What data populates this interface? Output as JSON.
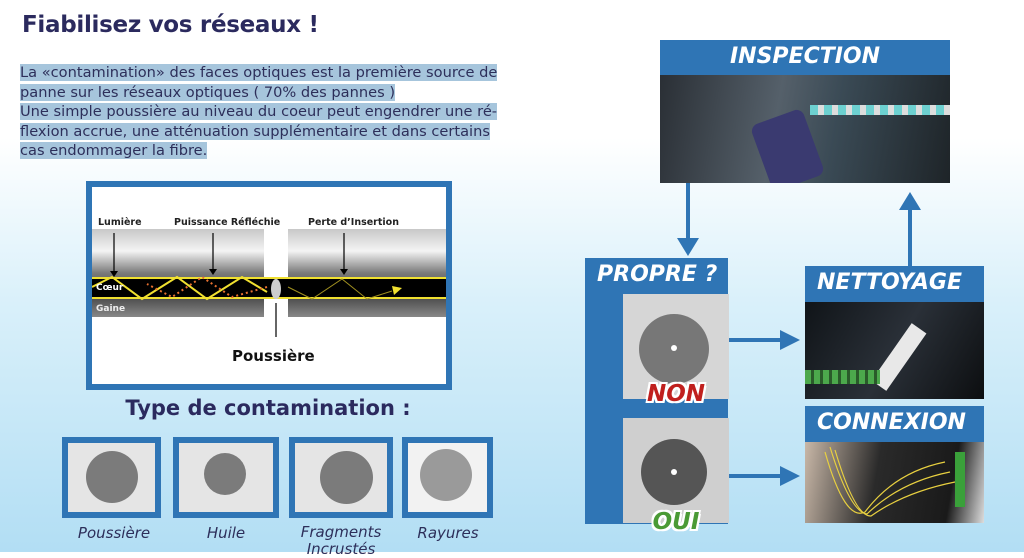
{
  "title": "Fiabilisez vos réseaux !",
  "paragraph": [
    "La «contamination» des faces optiques est la première source de",
    "panne sur les réseaux optiques ( 70% des pannes )",
    "Une simple poussière au niveau du coeur peut engendrer une ré-",
    "flexion accrue, une atténuation supplémentaire et dans certains",
    "cas endommager la fibre."
  ],
  "diagram": {
    "labels": {
      "light": "Lumière",
      "reflected": "Puissance Réfléchie",
      "insertion": "Perte d’Insertion",
      "core": "Cœur",
      "cladding": "Gaine",
      "dust": "Poussière"
    }
  },
  "contamination": {
    "title": "Type de contamination :",
    "types": [
      "Poussière",
      "Huile",
      "Fragments Incrustés",
      "Rayures"
    ]
  },
  "flow": {
    "inspection": "INSPECTION",
    "clean_question": "PROPRE ?",
    "no": "NON",
    "yes": "OUI",
    "cleaning": "NETTOYAGE",
    "connection": "CONNEXION"
  },
  "colors": {
    "accent": "#2f75b5",
    "title": "#2b2a5e",
    "no": "#c0201e",
    "yes": "#4a9a35"
  }
}
